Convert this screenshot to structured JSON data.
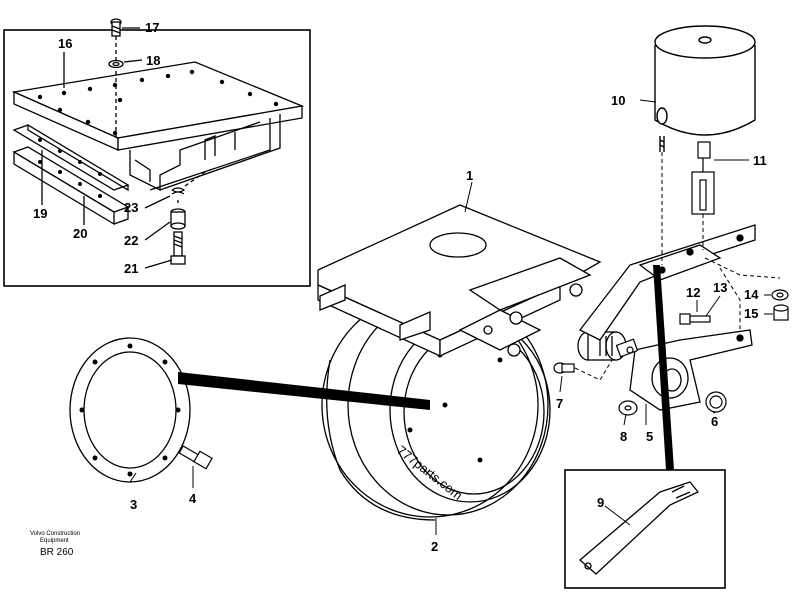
{
  "caption": {
    "line1": "Volvo Construction",
    "line2": "Equipment",
    "code": "BR 260"
  },
  "watermark": "777parts.com",
  "part_numbers": [
    "1",
    "2",
    "3",
    "4",
    "5",
    "6",
    "7",
    "8",
    "9",
    "10",
    "11",
    "12",
    "13",
    "14",
    "15",
    "16",
    "17",
    "18",
    "19",
    "20",
    "21",
    "22",
    "23"
  ]
}
